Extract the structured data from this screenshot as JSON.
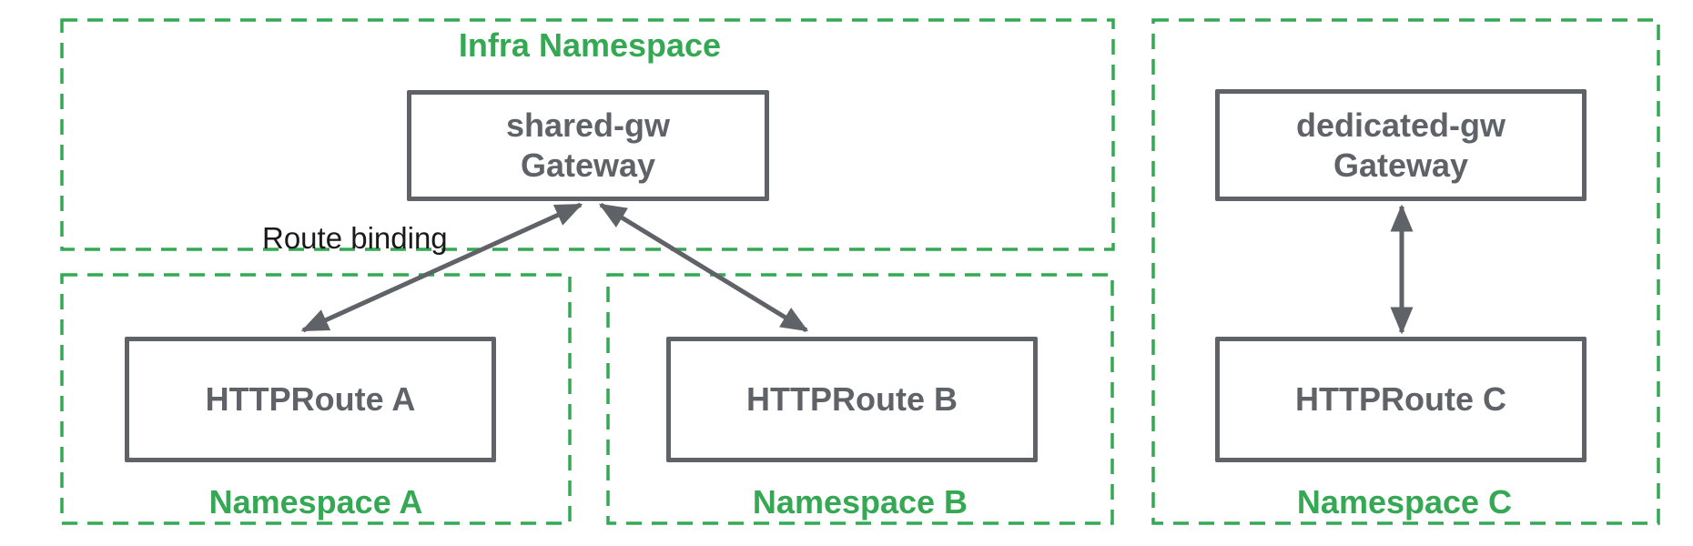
{
  "colors": {
    "namespace_green": "#34A853",
    "node_gray": "#5f6368",
    "annotation_black": "#1a1a1a",
    "background": "#ffffff"
  },
  "namespaces": [
    {
      "label": "Infra Namespace"
    },
    {
      "label": "Namespace A"
    },
    {
      "label": "Namespace B"
    },
    {
      "label": "Namespace C"
    }
  ],
  "nodes": [
    {
      "lines": [
        "shared-gw",
        "Gateway"
      ]
    },
    {
      "lines": [
        "dedicated-gw",
        "Gateway"
      ]
    },
    {
      "lines": [
        "HTTPRoute A"
      ]
    },
    {
      "lines": [
        "HTTPRoute B"
      ]
    },
    {
      "lines": [
        "HTTPRoute C"
      ]
    }
  ],
  "annotations": {
    "route_binding": "Route binding"
  }
}
